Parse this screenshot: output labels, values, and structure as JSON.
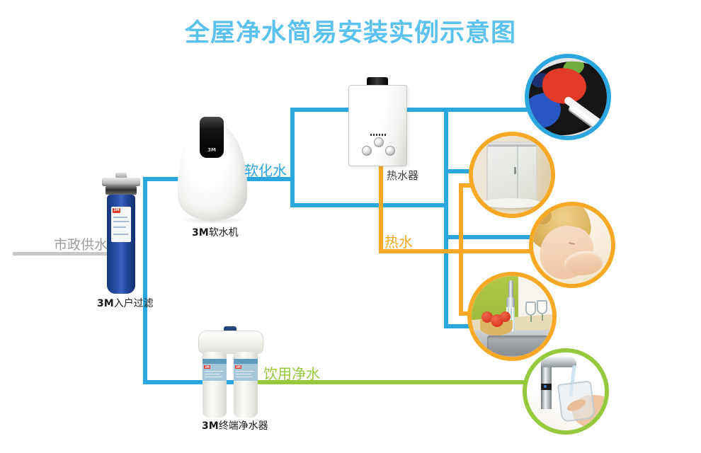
{
  "title": "全屋净水简易安装实例示意图",
  "colors": {
    "title": "#5BC2EE",
    "softened_line": "#2BA7DF",
    "hot_line": "#F7A824",
    "drinking_line": "#96C93D",
    "municipal_line": "#C9C9C9",
    "municipal_text": "#9B9B9B"
  },
  "labels": {
    "municipal_supply": "市政供水",
    "softened_water": "软化水",
    "hot_water": "热水",
    "drinking_water": "饮用净水"
  },
  "devices": {
    "entry_filter": {
      "brand": "3M",
      "name": "入户过滤",
      "sticker_brand": "3M"
    },
    "softener": {
      "brand": "3M",
      "name": "软水机",
      "panel_brand": "3M"
    },
    "water_heater": {
      "label": "热水器"
    },
    "terminal_purifier": {
      "brand": "3M",
      "name": "终端净水器",
      "cartridge_brand": "3M"
    }
  },
  "endpoints": {
    "laundry": {
      "ring_color": "#2BA7DF"
    },
    "shower": {
      "ring_color": "#F7A824"
    },
    "face_washing": {
      "ring_color": "#F7A824"
    },
    "kitchen_sink": {
      "ring_color": "#F7A824"
    },
    "drinking": {
      "ring_color": "#96C93D"
    }
  }
}
